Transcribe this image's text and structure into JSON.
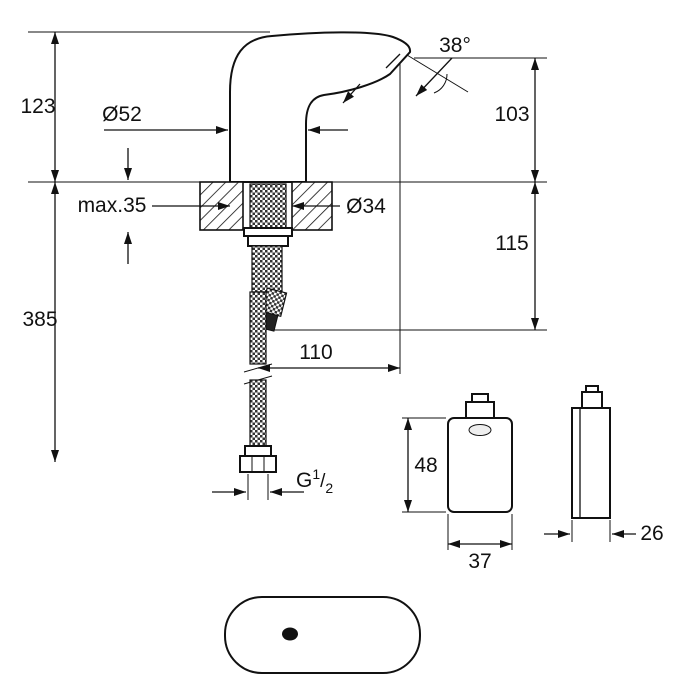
{
  "drawing": {
    "type": "technical-dimension-drawing",
    "colors": {
      "line": "#111111",
      "background": "#ffffff",
      "hose_texture": "#333333"
    },
    "labels": {
      "height_above_deck": "123",
      "body_diameter": "Ø52",
      "spout_angle": "38°",
      "spout_height": "103",
      "deck_thickness": "max.35",
      "hole_diameter": "Ø34",
      "hose_drop": "115",
      "total_drop": "385",
      "spout_reach": "110",
      "box_height": "48",
      "box_width": "37",
      "box_depth": "26",
      "thread_g": "G",
      "thread_num": "1",
      "thread_slash": "/",
      "thread_den": "2"
    }
  }
}
